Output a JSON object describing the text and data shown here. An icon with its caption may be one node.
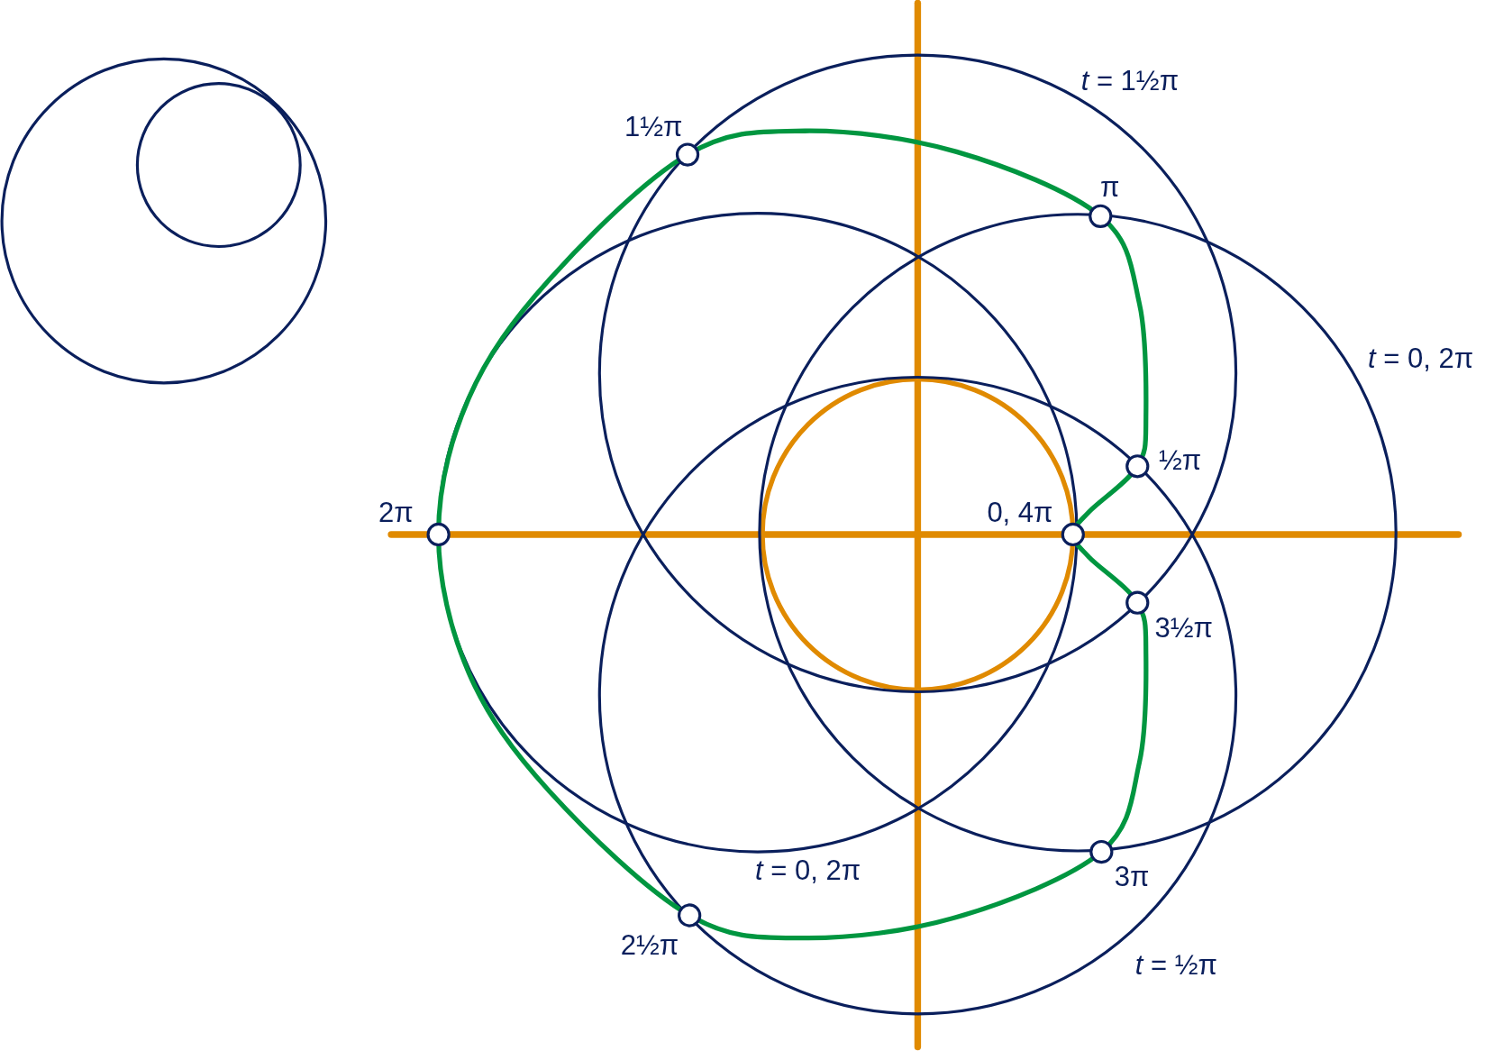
{
  "diagram": {
    "labels": [
      "*t* = 1½π",
      "1½π",
      "π",
      "*t* = 0, 2π",
      "½π",
      "0, 4π",
      "2π",
      "3½π",
      "3π",
      "*t* = 0, 2π",
      "2½π",
      "*t* = ½π"
    ]
  }
}
